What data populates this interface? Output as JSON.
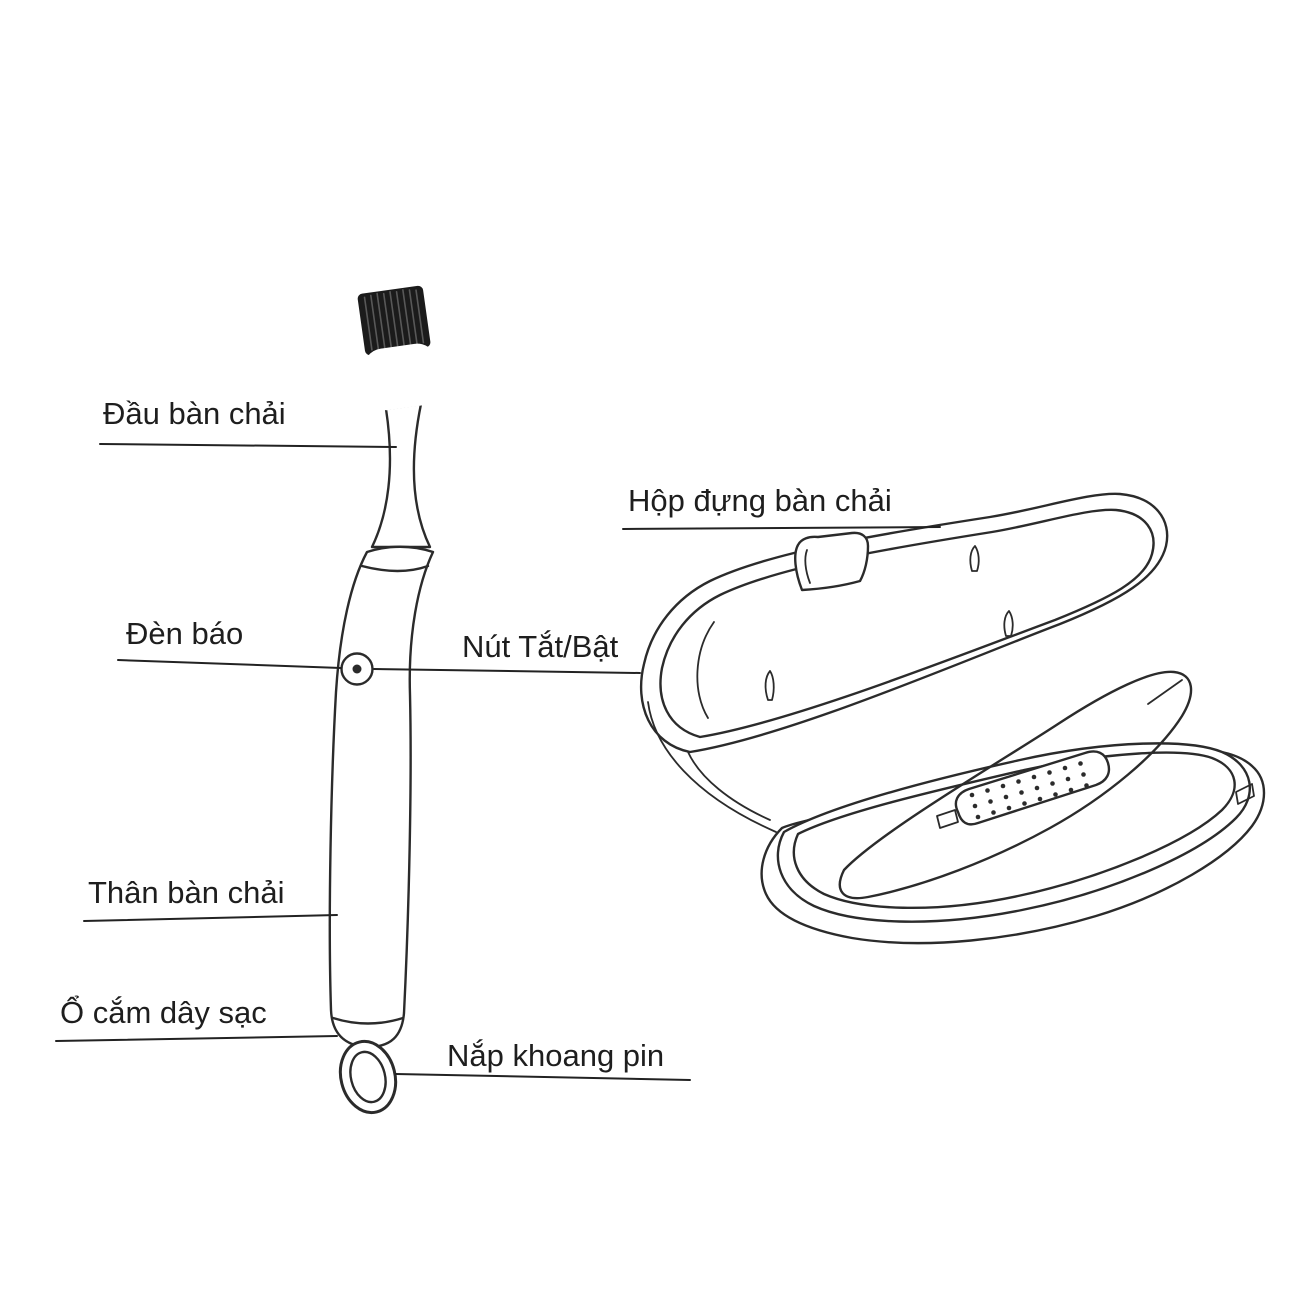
{
  "diagram": {
    "labels": {
      "brush_head": "Đầu bàn chải",
      "indicator_light": "Đèn báo",
      "power_button": "Nút Tắt/Bật",
      "brush_body": "Thân bàn chải",
      "charging_port": "Ổ cắm dây sạc",
      "battery_cover": "Nắp khoang pin",
      "travel_case": "Hộp đựng bàn chải"
    },
    "colors": {
      "line": "#2b2b2b",
      "bristles": "#1b1b1b",
      "background": "#ffffff"
    }
  }
}
